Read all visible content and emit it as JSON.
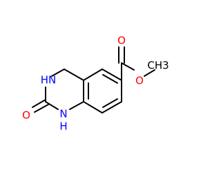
{
  "molecule": {
    "atoms": {
      "o_carbonyl_ester": "O",
      "o_ether_ester": "O",
      "methyl": "CH3",
      "nh_upper": "HN",
      "nh_lower": "H",
      "n_lower": "N",
      "o_urea": "O"
    },
    "colors": {
      "bond": "#000000",
      "oxygen": "#ff0000",
      "nitrogen": "#0000ff"
    }
  }
}
